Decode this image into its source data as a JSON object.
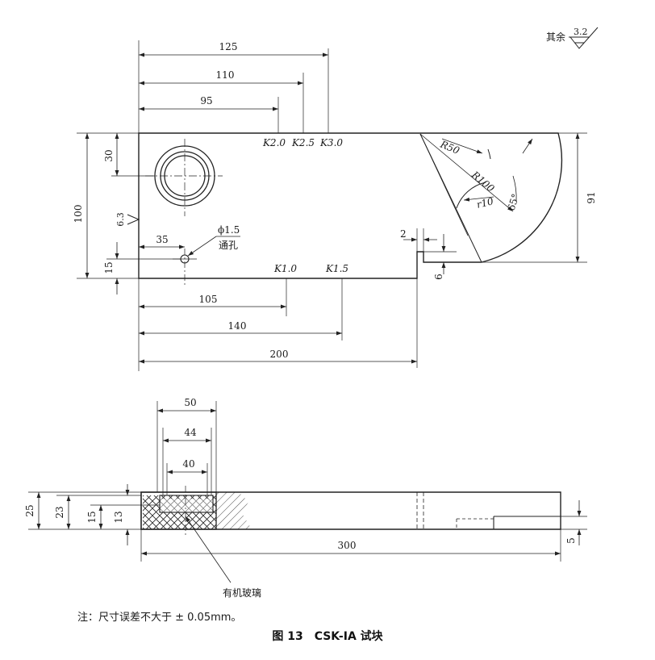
{
  "roughness": {
    "label": "其余",
    "value": "3.2"
  },
  "top_view": {
    "dims_top": [
      "125",
      "110",
      "95"
    ],
    "arc_labels_top": [
      "K2.0",
      "K2.5",
      "K3.0"
    ],
    "arc_labels_bottom": [
      "K1.0",
      "K1.5"
    ],
    "dims_bottom": [
      "105",
      "140",
      "200"
    ],
    "dims_left": [
      "30",
      "100",
      "15"
    ],
    "dim_hole_offset": "35",
    "hole_diameter": "ϕ1.5",
    "hole_note": "通孔",
    "surface_roughness": "6.3",
    "radius_outer": "R50",
    "radius_inner": "R100",
    "radius_small": "r10",
    "angle": "65°",
    "dim_right": "91",
    "dim_step_width": "2",
    "dim_step_height": "6"
  },
  "side_view": {
    "dims_top": [
      "50",
      "44",
      "40"
    ],
    "dims_left": [
      "25",
      "23",
      "15",
      "13"
    ],
    "dim_length": "300",
    "dim_right": "5",
    "material": "有机玻璃"
  },
  "note": "注：尺寸误差不大于 ± 0.05mm。",
  "caption": {
    "figure": "图 13",
    "title": "CSK-IA 试块"
  }
}
